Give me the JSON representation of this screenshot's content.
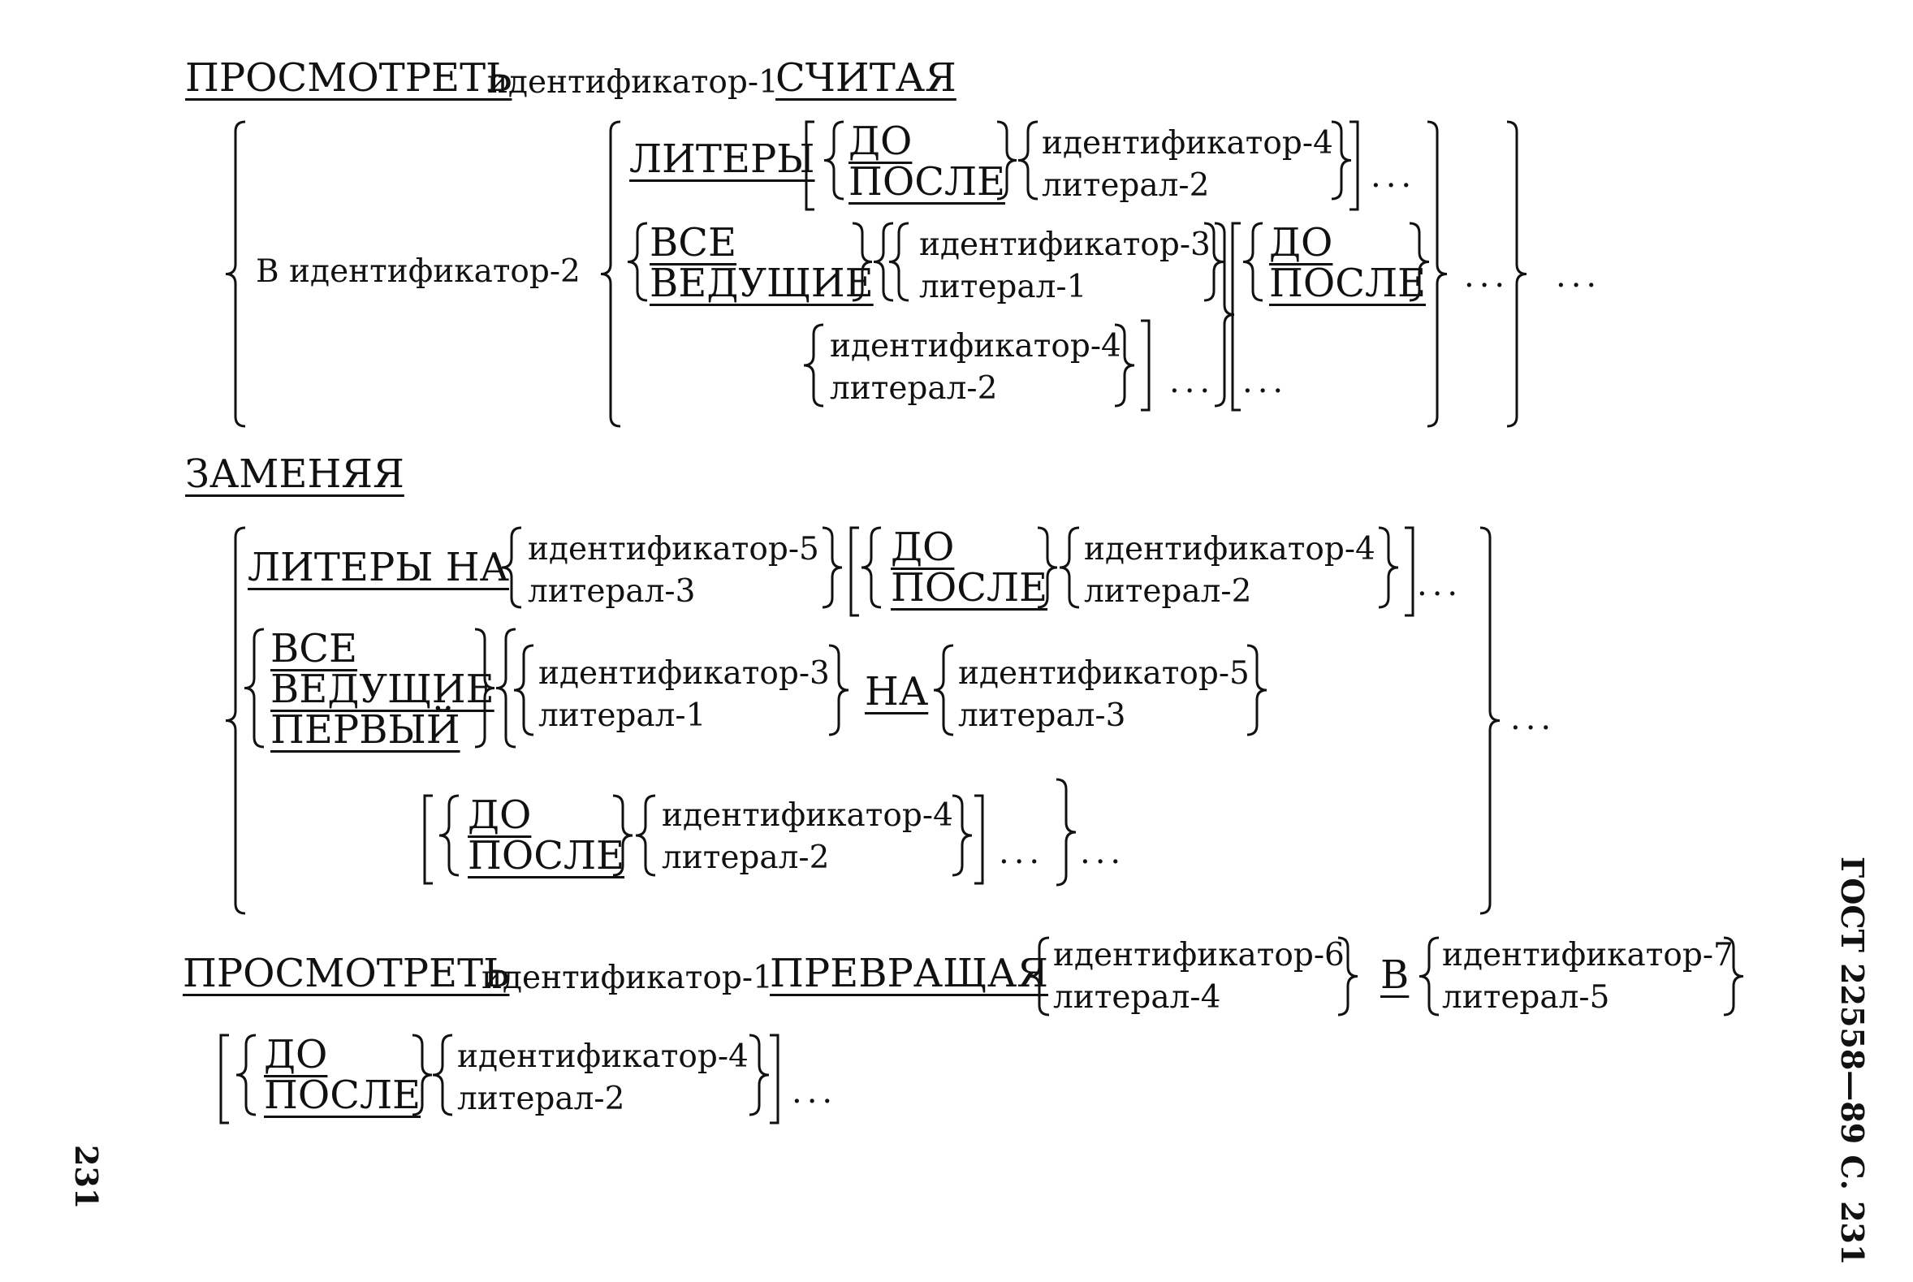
{
  "formats": [
    {
      "verb": "ПРОСМОТРЕТЬ",
      "subject": "идентификатор-1",
      "tallying_keyword": "СЧИТАЯ",
      "in_phrase": "В идентификатор-2",
      "characters": "ЛИТЕРЫ",
      "all": "ВСЕ",
      "leading": "ВЕДУЩИЕ",
      "before": "ДО",
      "after": "ПОСЛЕ",
      "id3": "идентификатор-3",
      "lit1": "литерал-1",
      "id4": "идентификатор-4",
      "lit2": "литерал-2",
      "ellipsis": "...",
      "replacing_keyword": "ЗАМЕНЯЯ",
      "characters_by": "ЛИТЕРЫ НА",
      "id5": "идентификатор-5",
      "lit3": "литерал-3",
      "first": "ПЕРВЫЙ",
      "by": "НА"
    },
    {
      "verb": "ПРОСМОТРЕТЬ",
      "subject": "идентификатор-1",
      "converting_keyword": "ПРЕВРАЩАЯ",
      "id6": "идентификатор-6",
      "lit4": "литерал-4",
      "to": "В",
      "id7": "идентификатор-7",
      "lit5": "литерал-5",
      "before": "ДО",
      "after": "ПОСЛЕ",
      "id4": "идентификатор-4",
      "lit2": "литерал-2",
      "ellipsis": "..."
    }
  ],
  "page": {
    "standard": "ГОСТ 22558—89 С. 231",
    "page_number": "231"
  }
}
